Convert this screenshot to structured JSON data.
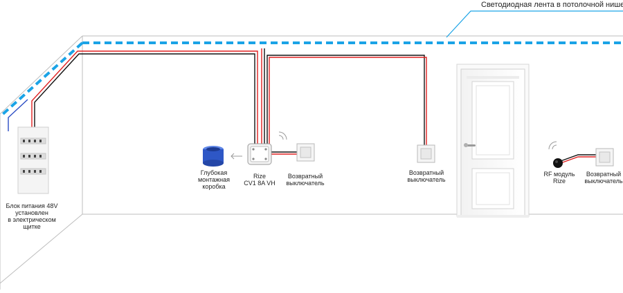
{
  "diagram": {
    "led_strip_label": "Светодиодная лента в потолочной нише",
    "power_supply_label": "Блок питания 48V\nустановлен\nв электрическом щитке",
    "junction_box_label": "Глубокая\nмонтажная\nкоробка",
    "controller_label": "Rize\nCV1 8A VH",
    "switch1_label": "Возвратный\nвыключатель",
    "switch2_label": "Возвратный\nвыключатель",
    "rf_module_label": "RF модуль\nRize",
    "switch3_label": "Возвратный\nвыключатель"
  },
  "colors": {
    "led_strip": "#1aa3e6",
    "wire_red": "#e02020",
    "wire_black": "#111111",
    "wire_blue": "#2a4cc4",
    "wall_line": "#bdbdbd",
    "junction_box": "#2e57c6"
  }
}
